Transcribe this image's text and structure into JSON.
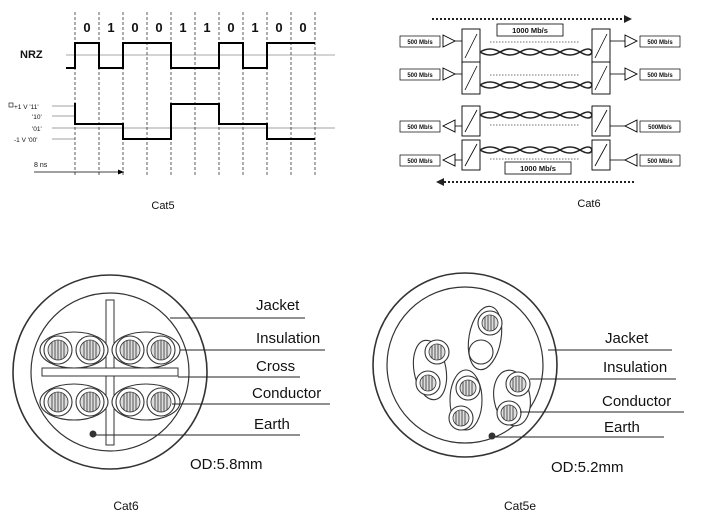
{
  "cat5_panel": {
    "caption": "Cat5",
    "nrz_label": "NRZ",
    "bits": [
      "0",
      "1",
      "0",
      "0",
      "1",
      "1",
      "0",
      "1",
      "0",
      "0"
    ],
    "levels": [
      "+1 V '11'",
      "'10'",
      "'01'",
      "-1 V '00'"
    ],
    "timing_label": "8 ns"
  },
  "cat6_signal_panel": {
    "caption": "Cat6",
    "top_rate": "1000 Mb/s",
    "bottom_rate": "1000 Mb/s",
    "left_rates": [
      "500 Mb/s",
      "500 Mb/s",
      "500 Mb/s",
      "500 Mb/s"
    ],
    "right_rates": [
      "500 Mb/s",
      "500 Mb/s",
      "500Mb/s",
      "500 Mb/s"
    ]
  },
  "cat6_cable": {
    "caption": "Cat6",
    "labels": [
      "Jacket",
      "Insulation",
      "Cross",
      "Conductor",
      "Earth"
    ],
    "od": "OD:5.8mm"
  },
  "cat5e_cable": {
    "caption": "Cat5e",
    "labels": [
      "Jacket",
      "Insulation",
      "Conductor",
      "Earth"
    ],
    "od": "OD:5.2mm"
  }
}
